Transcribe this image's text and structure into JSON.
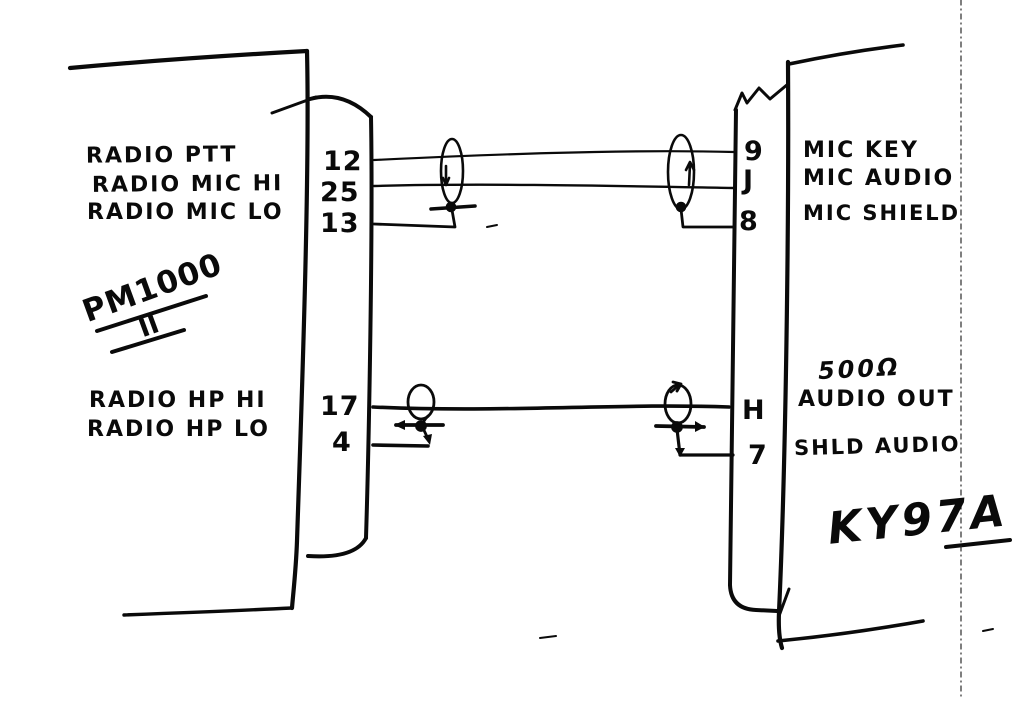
{
  "diagram": {
    "ink_color": "#0a0a0a",
    "background_color": "#ffffff",
    "left_device": {
      "model_line1": "PM1000",
      "model_line2": "II"
    },
    "right_device": {
      "model": "KY97A"
    },
    "mic_section": {
      "left": [
        {
          "signal": "RADIO PTT",
          "pin": "12"
        },
        {
          "signal": "RADIO MIC HI",
          "pin": "25"
        },
        {
          "signal": "RADIO MIC LO",
          "pin": "13"
        }
      ],
      "right": [
        {
          "pin": "9",
          "signal": "MIC KEY"
        },
        {
          "pin": "J",
          "signal": "MIC AUDIO"
        },
        {
          "pin": "8",
          "signal": "MIC SHIELD"
        }
      ]
    },
    "audio_section": {
      "left": [
        {
          "signal": "RADIO HP HI",
          "pin": "17"
        },
        {
          "signal": "RADIO HP LO",
          "pin": "4"
        }
      ],
      "right": [
        {
          "pin": "H",
          "impedance": "500Ω",
          "signal": "AUDIO OUT"
        },
        {
          "pin": "7",
          "signal": "SHLD AUDIO"
        }
      ]
    }
  }
}
